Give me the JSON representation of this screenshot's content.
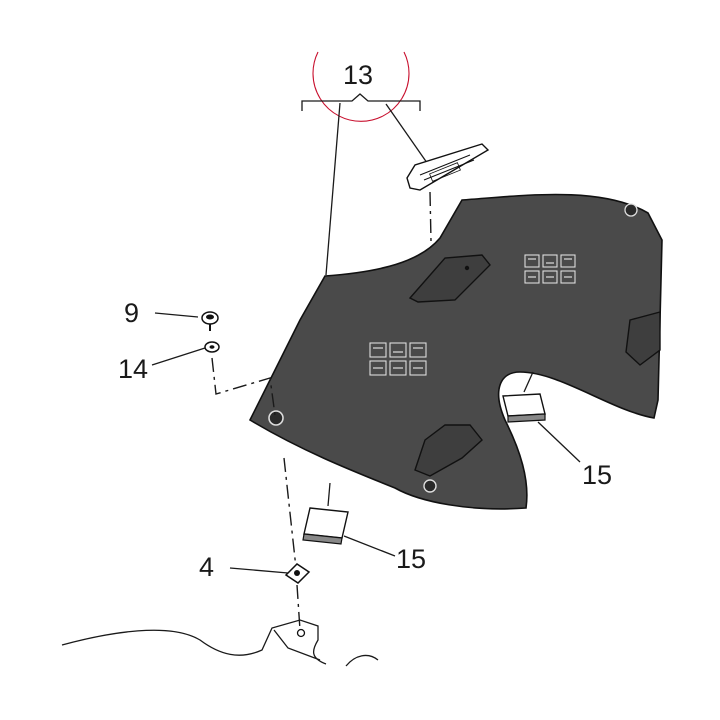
{
  "callouts": {
    "c13": "13",
    "c9": "9",
    "c14": "14",
    "c4": "4",
    "c15_right": "15",
    "c15_bottom": "15"
  },
  "colors": {
    "panel": "#4a4a4a",
    "highlight_circle": "#c8102e",
    "line": "#1a1a1a"
  },
  "icons": [
    "warning-label",
    "screw",
    "washer",
    "clip-nut",
    "adhesive-pad"
  ]
}
